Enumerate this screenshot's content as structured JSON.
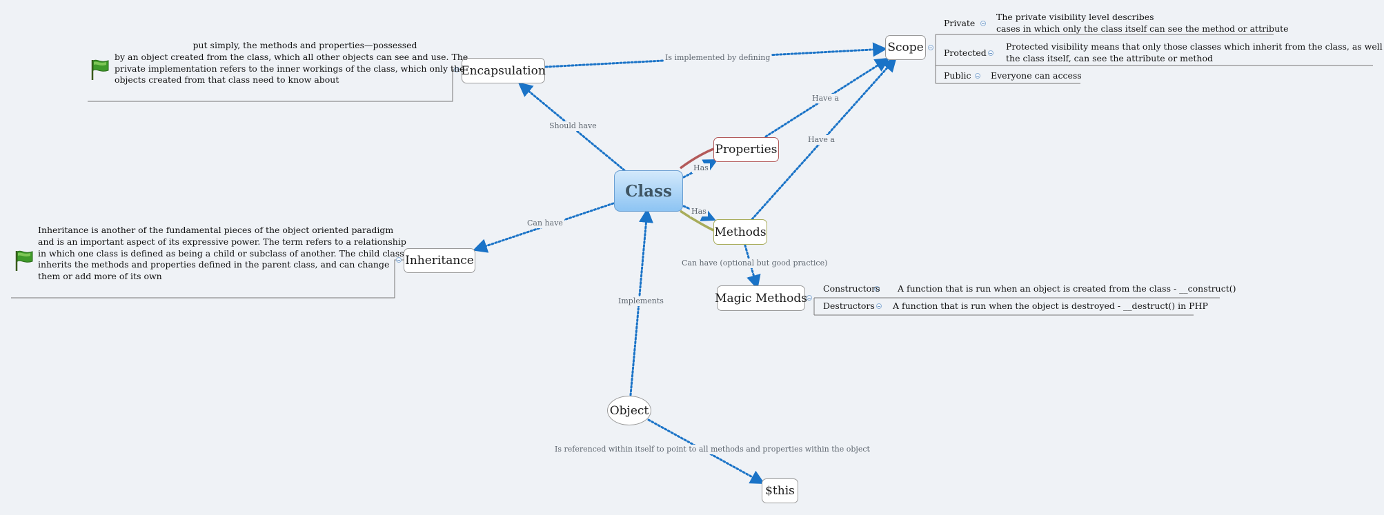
{
  "nodes": {
    "class": "Class",
    "encapsulation": "Encapsulation",
    "scope": "Scope",
    "properties": "Properties",
    "methods": "Methods",
    "magic_methods": "Magic Methods",
    "inheritance": "Inheritance",
    "object": "Object",
    "this": "$this"
  },
  "relationships": {
    "is_implemented_by_defining": "Is implemented by defining",
    "should_have": "Should have",
    "has_properties": "Has",
    "has_methods": "Has",
    "have_a_props": "Have a",
    "have_a_methods": "Have a",
    "can_have_inheritance": "Can have",
    "can_have_magic": "Can have (optional but good practice)",
    "implements": "Implements",
    "is_referenced": "Is referenced within itself to point to all methods and properties within the object"
  },
  "scope": {
    "private_label": "Private",
    "private_desc": [
      "The private visibility level describes",
      "cases in which only the class itself can see the method or attribute"
    ],
    "protected_label": "Protected",
    "protected_desc": [
      "Protected visibility means that only those classes which inherit from the class, as well as",
      "the class itself, can see the attribute or method"
    ],
    "public_label": "Public",
    "public_desc": "Everyone can access"
  },
  "magic_methods": {
    "constructors_label": "Constructors",
    "constructors_desc": "A function that is run when an object is created from the class - __construct()",
    "destructors_label": "Destructors",
    "destructors_desc": "A function that is run when the object is destroyed - __destruct() in PHP"
  },
  "notes": {
    "encapsulation": [
      "put simply, the methods and properties—possessed",
      "by an object created from the class, which all other objects can see and use. The",
      "private implementation refers to the inner workings of the class, which only the",
      "objects created from that class need to know about"
    ],
    "inheritance": [
      "Inheritance is another of the fundamental pieces of the object oriented paradigm",
      "and is an important aspect of its expressive power. The term refers to a relationship",
      "in which one class is defined as being a child or subclass of another. The child class",
      "inherits the methods and properties defined in the parent class, and can change",
      "them or add more of its own"
    ]
  },
  "icons": {
    "flag": "green-flag-icon",
    "collapse": "collapse-toggle-icon"
  },
  "colors": {
    "background": "#eff2f6",
    "link_dotted": "#1a73c7",
    "central_top": "#d3e9fb",
    "central_bottom": "#8dc4f3",
    "properties_branch": "#b35a5a",
    "methods_branch": "#a8ac5a",
    "label_text": "#5f6770"
  }
}
